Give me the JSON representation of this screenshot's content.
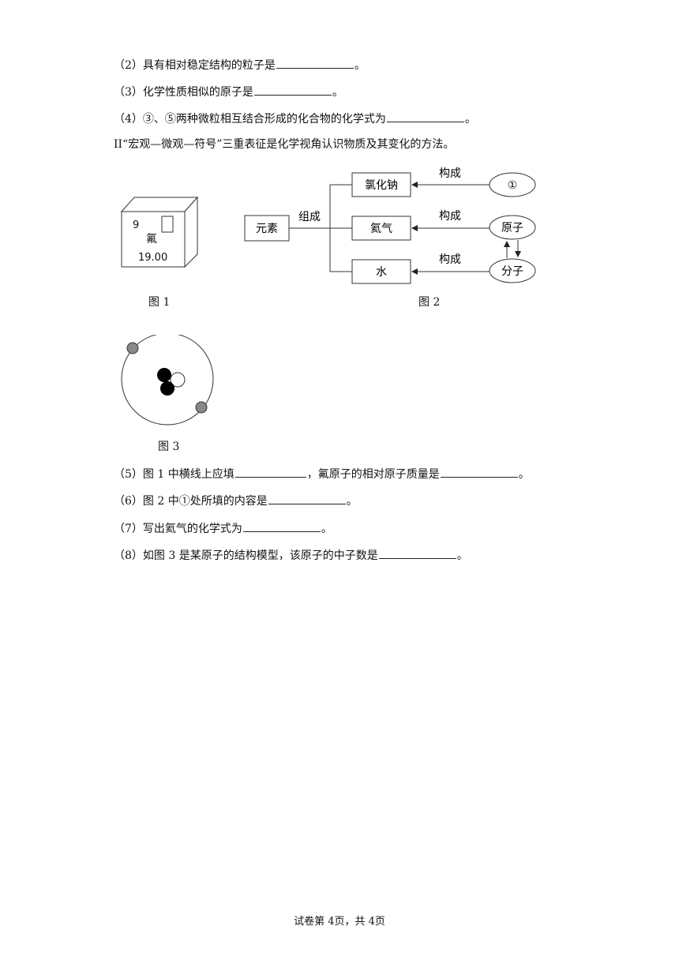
{
  "questions": [
    {
      "id": "q2",
      "text": "（2）具有相对稳定结构的粒子是",
      "end": "。"
    },
    {
      "id": "q3",
      "text": "（3）化学性质相似的原子是",
      "end": "。"
    },
    {
      "id": "q4",
      "text": "（4）③、⑤两种微粒相互结合形成的化合物的化学式为",
      "end": "。"
    }
  ],
  "section2": {
    "intro": "II“宏观—微观—符号”三重表征是化学视角认识物质及其变化的方法。"
  },
  "fig1": {
    "atomic_number": "9",
    "element_name": "氟",
    "mass": "19.00",
    "caption": "图 1"
  },
  "fig2": {
    "element_box": "元素",
    "compose_label": "组成",
    "substances": [
      "氯化钠",
      "氦气",
      "水"
    ],
    "constitute_label": "构成",
    "particles": [
      "①",
      "原子",
      "分子"
    ],
    "caption": "图 2"
  },
  "fig3": {
    "caption": "图 3"
  },
  "questions2": [
    {
      "id": "q5",
      "a": "（5）图 1 中横线上应填",
      "b": "，氟原子的相对原子质量是",
      "end": "。"
    },
    {
      "id": "q6",
      "text": "（6）图 2 中①处所填的内容是",
      "end": "。"
    },
    {
      "id": "q7",
      "text": "（7）写出氦气的化学式为",
      "end": "。"
    },
    {
      "id": "q8",
      "text": "（8）如图 3 是某原子的结构模型，该原子的中子数是",
      "end": "。"
    }
  ],
  "footer": "试卷第 4页，共 4页"
}
